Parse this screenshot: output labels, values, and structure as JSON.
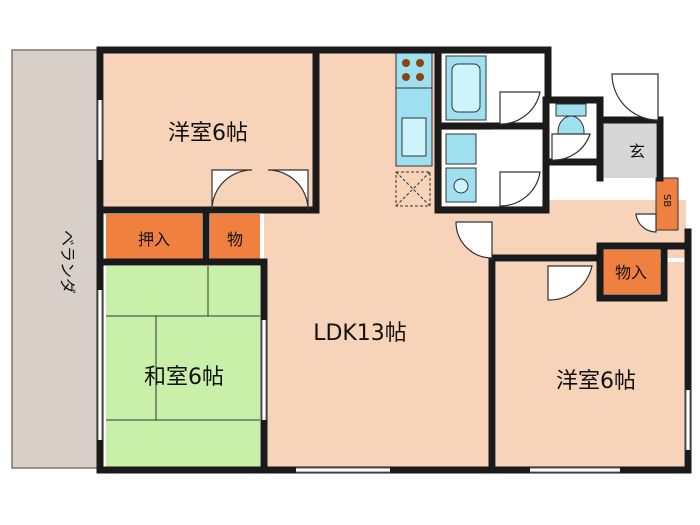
{
  "floorplan": {
    "rooms": {
      "balcony": "ベランダ",
      "western_room_1": "洋室6帖",
      "closet_oshiire": "押入",
      "storage_small": "物",
      "japanese_room": "和室6帖",
      "ldk": "LDK13帖",
      "western_room_2": "洋室6帖",
      "storage_monoire": "物入",
      "entrance": "玄",
      "shoe_box": "SB"
    },
    "colors": {
      "wall": "#1a1a1a",
      "western_floor": "#f6d3b9",
      "ldk_floor": "#f6d3b9",
      "tatami": "#c9f0a8",
      "storage": "#f08040",
      "balcony": "#d8d0c8",
      "entrance": "#d7d7d7",
      "wet_area": "#ffffff",
      "fixtures": "#9fe0f0"
    }
  }
}
